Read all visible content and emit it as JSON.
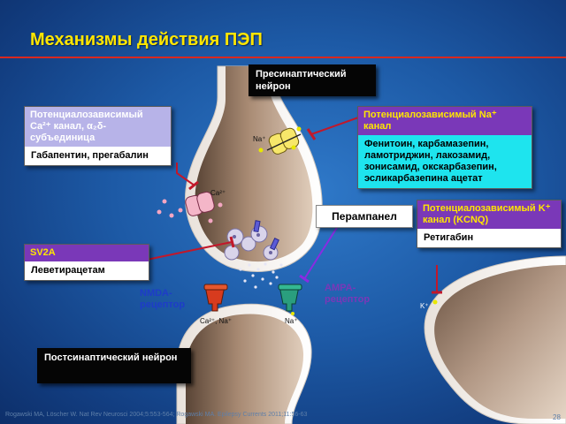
{
  "title": "Механизмы действия ПЭП",
  "presynaptic_label": "Пресинаптический нейрон",
  "postsynaptic_label": "Постсинаптический нейрон",
  "ca_channel": {
    "target": "Потенциалозависимый Ca²⁺ канал, α₂δ-субъединица",
    "drugs": "Габапентин, прегабалин"
  },
  "na_channel": {
    "target": "Потенциалозависимый Na⁺ канал",
    "drugs": "Фенитоин, карбамазепин, ламотриджин, лакозамид, зонисамид, окскарбазепин, эсликарбазепина ацетат"
  },
  "sv2a": {
    "target": "SV2A",
    "drugs": "Леветирацетам"
  },
  "k_channel": {
    "target": "Потенциалозависимый K⁺ канал (KCNQ)",
    "drugs": "Ретигабин"
  },
  "perampanel": "Перампанел",
  "nmda_label": "NMDA-рецептор",
  "ampa_label": "AMPA-рецептор",
  "ion_labels": {
    "na_pre": "Na⁺",
    "ca_pre": "Ca²⁺",
    "nmda_ions": "Ca²⁺, Na⁺",
    "ampa_ions": "Na⁺",
    "k_ion": "K⁺"
  },
  "footer": "Rogawski MA, Löscher W. Nat Rev Neurosci 2004;5:553-564; Rogawski MA. Epilepsy Currents 2011;11:56-63",
  "page_number": "28",
  "colors": {
    "title": "#ffe600",
    "accent_line": "#d9281f",
    "inhibitor": "#c2182a",
    "perampanel_arrow": "#8a2be2",
    "receptor_text": "#1e3cc8",
    "ampa_text": "#7a38b8",
    "target_header": "#b7b3e8",
    "target_header_alt": "#7a38b8",
    "drug_box": "#1ee4ee"
  }
}
